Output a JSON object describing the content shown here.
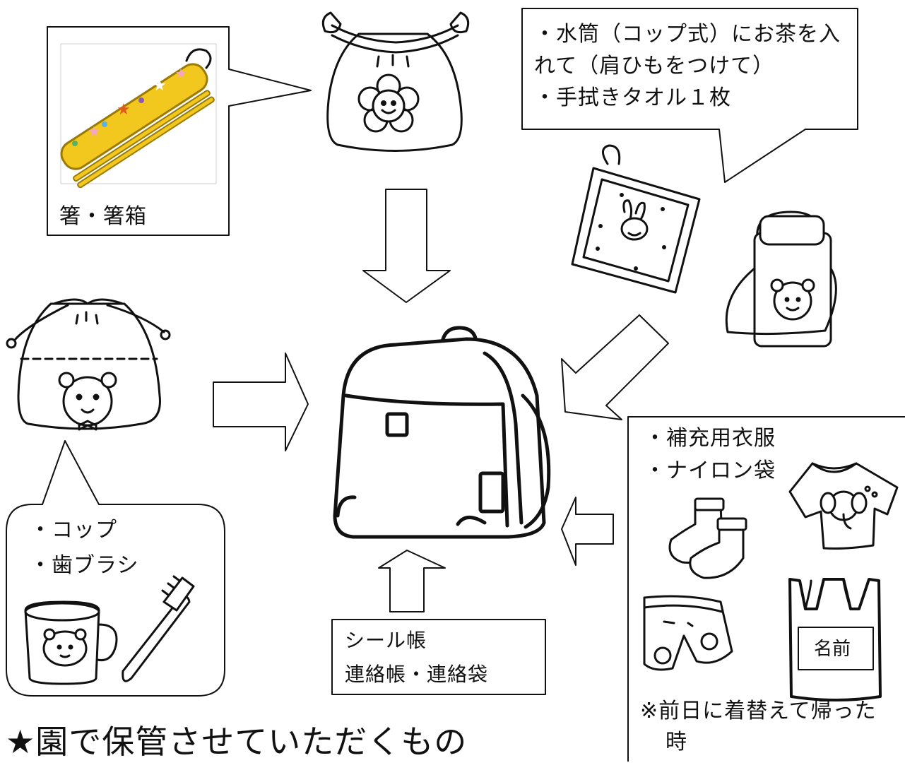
{
  "callouts": {
    "chopsticks": {
      "label": "箸・箸箱"
    },
    "water_bottle": {
      "line1": "・水筒（コップ式）にお茶を入",
      "line2": "れて（肩ひもをつけて）",
      "line3": "・手拭きタオル１枚"
    },
    "cup_toothbrush": {
      "line1": "・コップ",
      "line2": "・歯ブラシ"
    },
    "notebooks": {
      "line1": "シール帳",
      "line2": "連絡帳・連絡袋"
    },
    "spare_clothes": {
      "line1": "・補充用衣服",
      "line2": "・ナイロン袋",
      "bag_label": "名前",
      "note1": "※前日に着替えて帰った",
      "note2": "時"
    }
  },
  "footer": {
    "heading": "★園で保管させていただくもの"
  },
  "colors": {
    "line": "#111111",
    "chopstick_case": "#f2c81e",
    "background": "#ffffff"
  },
  "icons": [
    "chopstick-case-icon",
    "lunch-drawstring-bag-icon",
    "towel-icon",
    "water-bottle-icon",
    "bear-drawstring-bag-icon",
    "school-backpack-icon",
    "cup-icon",
    "toothbrush-icon",
    "socks-icon",
    "tshirt-icon",
    "shorts-icon",
    "plastic-bag-icon"
  ]
}
